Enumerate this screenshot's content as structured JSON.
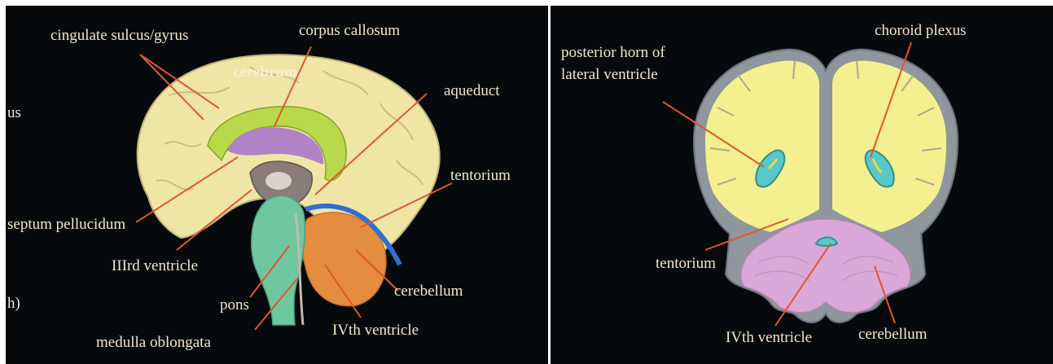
{
  "left": {
    "labels": {
      "cingulate": "cingulate sulcus/gyrus",
      "corpus_callosum": "corpus callosum",
      "cerebrum": "cerebrum",
      "aqueduct": "aqueduct",
      "us_fragment": "us",
      "tentorium": "tentorium",
      "septum": "septum pellucidum",
      "third_ventricle": "IIIrd ventricle",
      "h_fragment": "h)",
      "pons": "pons",
      "cerebellum": "cerebellum",
      "fourth_ventricle": "IVth ventricle",
      "medulla": "medulla oblongata"
    }
  },
  "right": {
    "labels": {
      "posterior_horn_line1": "posterior horn of",
      "posterior_horn_line2": "lateral ventricle",
      "choroid": "choroid plexus",
      "tentorium": "tentorium",
      "fourth_ventricle": "IVth ventricle",
      "cerebellum": "cerebellum"
    }
  },
  "colors": {
    "background": "#070a0c",
    "label_text": "#f1e7cf",
    "pointer_line": "#e0572e",
    "cerebrum": "#efe6a6",
    "corpus_callosum": "#b9d84a",
    "lateral_ventricle": "#b083c9",
    "brainstem": "#6fc7a0",
    "cerebellum_sagittal": "#e58c3e",
    "tentorium": "#2f6fd1",
    "coronal_brain": "#f4f08f",
    "coronal_meninges": "#8f969d",
    "coronal_cerebellum": "#d9a8d8",
    "ventricle_cyan": "#58c8c8"
  }
}
